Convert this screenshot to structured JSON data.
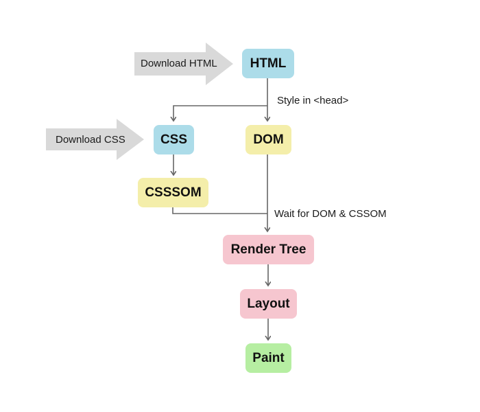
{
  "colors": {
    "source": "#acdce9",
    "dom_node": "#f4eeaa",
    "render_node": "#f6c6cf",
    "paint_node": "#b6eea2",
    "big_arrow": "#d9d9d9",
    "connector": "#666666"
  },
  "download_arrows": {
    "html": "Download HTML",
    "css": "Download CSS"
  },
  "nodes": {
    "html": "HTML",
    "css": "CSS",
    "dom": "DOM",
    "cssom": "CSSSOM",
    "render_tree": "Render Tree",
    "layout": "Layout",
    "paint": "Paint"
  },
  "edge_labels": {
    "style_in_head": "Style in <head>",
    "wait_for_dom_cssom": "Wait for DOM & CSSOM"
  }
}
